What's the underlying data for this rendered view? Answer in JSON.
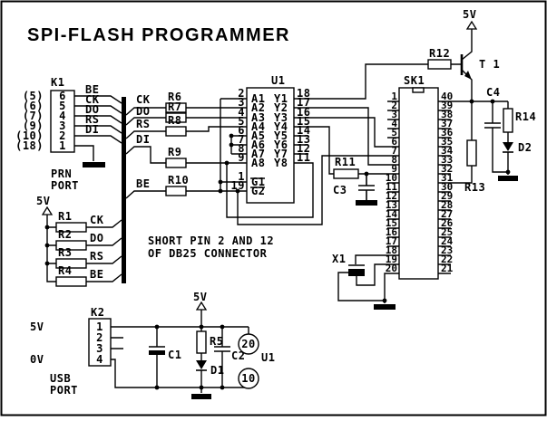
{
  "title": "SPI-FLASH  PROGRAMMER",
  "pwr": {
    "v5": "5V"
  },
  "k1": {
    "label": "K1",
    "pins": [
      "6",
      "5",
      "4",
      "3",
      "2",
      "1"
    ],
    "ext": [
      "(5)",
      "(6)",
      "(7)",
      "(9)",
      "(10)",
      "(18)"
    ],
    "signals": [
      "BE",
      "CK",
      "DO",
      "RS",
      "DI"
    ],
    "port1": "PRN",
    "port2": "PORT"
  },
  "pullups": [
    {
      "ref": "R1",
      "sig": "CK"
    },
    {
      "ref": "R2",
      "sig": "DO"
    },
    {
      "ref": "R3",
      "sig": "RS"
    },
    {
      "ref": "R4",
      "sig": "BE"
    }
  ],
  "series": [
    {
      "ref": "R6",
      "sig": "CK"
    },
    {
      "ref": "R7",
      "sig": "DO"
    },
    {
      "ref": "R8",
      "sig": "RS"
    },
    {
      "ref": "R9",
      "sig": "DI"
    },
    {
      "ref": "R10",
      "sig": "BE"
    }
  ],
  "u1": {
    "label": "U1",
    "a": [
      "A1",
      "A2",
      "A3",
      "A4",
      "A5",
      "A6",
      "A7",
      "A8"
    ],
    "anums": [
      "2",
      "3",
      "4",
      "5",
      "6",
      "7",
      "8",
      "9"
    ],
    "g": [
      "G1",
      "G2"
    ],
    "gnums": [
      "1",
      "19"
    ],
    "y": [
      "Y1",
      "Y2",
      "Y3",
      "Y4",
      "Y5",
      "Y6",
      "Y7",
      "Y8"
    ],
    "ynums": [
      "18",
      "17",
      "16",
      "15",
      "14",
      "13",
      "12",
      "11"
    ]
  },
  "sk1": {
    "label": "SK1",
    "left": [
      "1",
      "2",
      "3",
      "4",
      "5",
      "6",
      "7",
      "8",
      "9",
      "10",
      "11",
      "12",
      "13",
      "14",
      "15",
      "16",
      "17",
      "18",
      "19",
      "20"
    ],
    "right": [
      "40",
      "39",
      "38",
      "37",
      "36",
      "35",
      "34",
      "33",
      "32",
      "31",
      "30",
      "29",
      "28",
      "27",
      "26",
      "25",
      "24",
      "23",
      "22",
      "21"
    ]
  },
  "note": {
    "line1": "SHORT PIN 2 AND 12",
    "line2": "OF DB25 CONNECTOR"
  },
  "parts": {
    "r11": "R11",
    "c3": "C3",
    "x1": "X1",
    "r12": "R12",
    "t1": "T 1",
    "c4": "C4",
    "r14": "R14",
    "d2": "D2",
    "r13": "R13"
  },
  "usb": {
    "label": "K2",
    "pins": [
      "1",
      "2",
      "3",
      "4"
    ],
    "v5": "5V",
    "v0": "0V",
    "port1": "USB",
    "port2": "PORT",
    "c1": "C1",
    "r5": "R5",
    "d1": "D1",
    "c2": "C2",
    "pin20": "20",
    "pin10": "10",
    "u1ref": "U1"
  }
}
